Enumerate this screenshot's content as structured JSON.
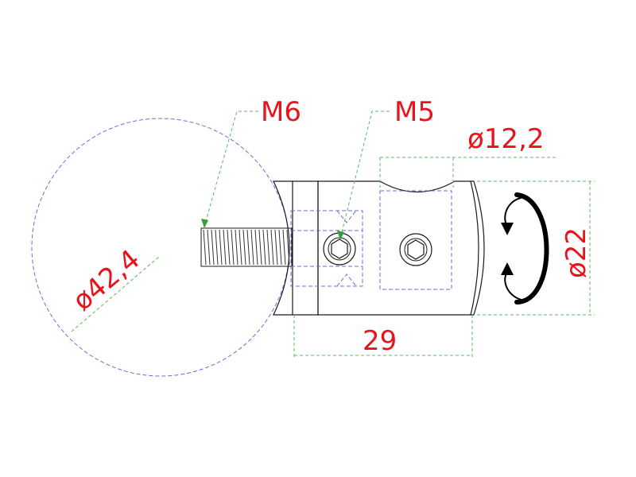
{
  "labels": {
    "thread_main": "M6",
    "thread_screw": "M5",
    "pipe_diameter": "ø42,4",
    "groove_diameter": "ø12,2",
    "body_diameter": "ø22",
    "body_length": "29"
  },
  "colors": {
    "dimension_text": "#e8141c",
    "dimension_line": "#5cb85c",
    "hidden_line": "#6b6bdc",
    "outline": "#1a1a1a",
    "rotation_arrow": "#000000"
  }
}
